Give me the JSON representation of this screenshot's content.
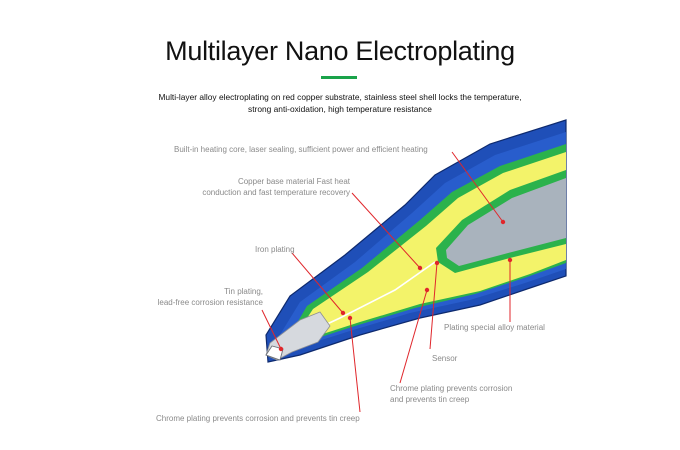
{
  "title": "Multilayer Nano Electroplating",
  "subtitle": [
    "Multi-layer alloy electroplating on red copper substrate, stainless steel shell locks the temperature,",
    "strong anti-oxidation, high temperature resistance"
  ],
  "labels": {
    "heating_core": [
      "Built-in heating core, laser sealing, sufficient power and efficient heating"
    ],
    "copper_base": [
      "Copper base material Fast heat",
      "conduction and fast temperature recovery"
    ],
    "iron_plating": [
      "Iron plating"
    ],
    "tin_plating": [
      "Tin plating,",
      "lead-free corrosion resistance"
    ],
    "special_alloy": [
      "Plating special alloy material"
    ],
    "sensor": [
      "Sensor"
    ],
    "chrome_right": [
      "Chrome plating prevents corrosion",
      "and prevents tin creep"
    ],
    "chrome_bottom": [
      "Chrome plating prevents corrosion and prevents tin creep"
    ]
  },
  "colors": {
    "accent_green": "#1aa34a",
    "shell_blue": "#1f4fb8",
    "layer_green": "#2bb24c",
    "layer_yellow": "#f3f36a",
    "core_gray": "#a9b3bd",
    "leader_red": "#e0262b",
    "label_gray": "#8a8a8a"
  }
}
